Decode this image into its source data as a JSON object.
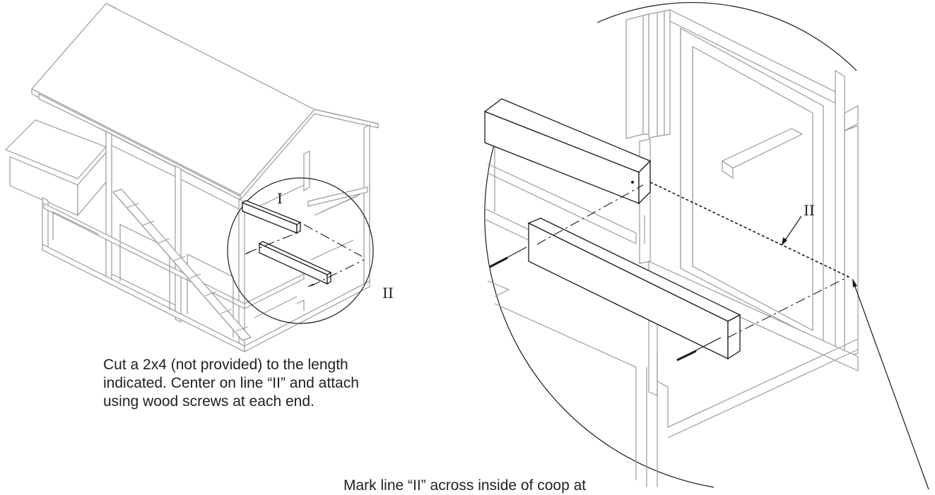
{
  "labels": {
    "line_i": "I",
    "line_ii_overview": "II",
    "line_ii_detail": "II"
  },
  "captions": {
    "cut_instruction_1": "Cut a 2x4 (not provided) to the length",
    "cut_instruction_2": "indicated. Center on line “II” and attach",
    "cut_instruction_3": "using wood screws at each end.",
    "mark_instruction": "Mark line “II” across inside of coop at"
  }
}
